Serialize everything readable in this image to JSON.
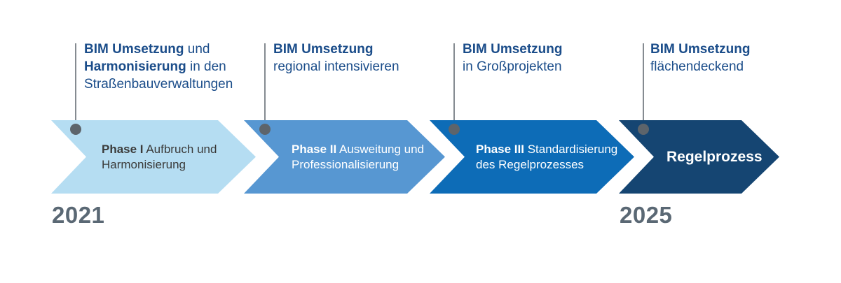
{
  "colors": {
    "arrow1_fill": "#b5ddf2",
    "arrow2_fill": "#5797d2",
    "arrow3_fill": "#0d6cb7",
    "arrow4_fill": "#154572",
    "annotation_text": "#1b4d8a",
    "phase1_text": "#3a3a39",
    "phase_light_text": "#ffffff",
    "year_text": "#5a6874",
    "marker_dot": "#5d646b",
    "marker_line": "#858b91"
  },
  "annotations": [
    {
      "lines": [
        [
          {
            "text": "BIM Umsetzung",
            "bold": true
          },
          {
            "text": " und",
            "bold": false
          }
        ],
        [
          {
            "text": "Harmonisierung",
            "bold": true
          },
          {
            "text": " in den",
            "bold": false
          }
        ],
        [
          {
            "text": "Straßenbauverwaltungen",
            "bold": false
          }
        ]
      ]
    },
    {
      "lines": [
        [
          {
            "text": "BIM Umsetzung",
            "bold": true
          }
        ],
        [
          {
            "text": "regional intensivieren",
            "bold": false
          }
        ]
      ]
    },
    {
      "lines": [
        [
          {
            "text": "BIM Umsetzung",
            "bold": true
          }
        ],
        [
          {
            "text": "in Großprojekten",
            "bold": false
          }
        ]
      ]
    },
    {
      "lines": [
        [
          {
            "text": "BIM Umsetzung",
            "bold": true
          }
        ],
        [
          {
            "text": "flächendeckend",
            "bold": false
          }
        ]
      ]
    }
  ],
  "phases": [
    {
      "lines": [
        [
          {
            "text": "Phase I",
            "bold": true
          },
          {
            "text": " Aufbruch und",
            "bold": false
          }
        ],
        [
          {
            "text": "Harmonisierung",
            "bold": false
          }
        ]
      ]
    },
    {
      "lines": [
        [
          {
            "text": "Phase II",
            "bold": true
          },
          {
            "text": " Ausweitung und",
            "bold": false
          }
        ],
        [
          {
            "text": "Professionalisierung",
            "bold": false
          }
        ]
      ]
    },
    {
      "lines": [
        [
          {
            "text": "Phase III",
            "bold": true
          },
          {
            "text": " Standardisierung",
            "bold": false
          }
        ],
        [
          {
            "text": "des Regelprozesses",
            "bold": false
          }
        ]
      ]
    },
    {
      "lines": [
        [
          {
            "text": "Regelprozess",
            "bold": true
          }
        ]
      ]
    }
  ],
  "years": {
    "start": "2021",
    "end": "2025"
  }
}
